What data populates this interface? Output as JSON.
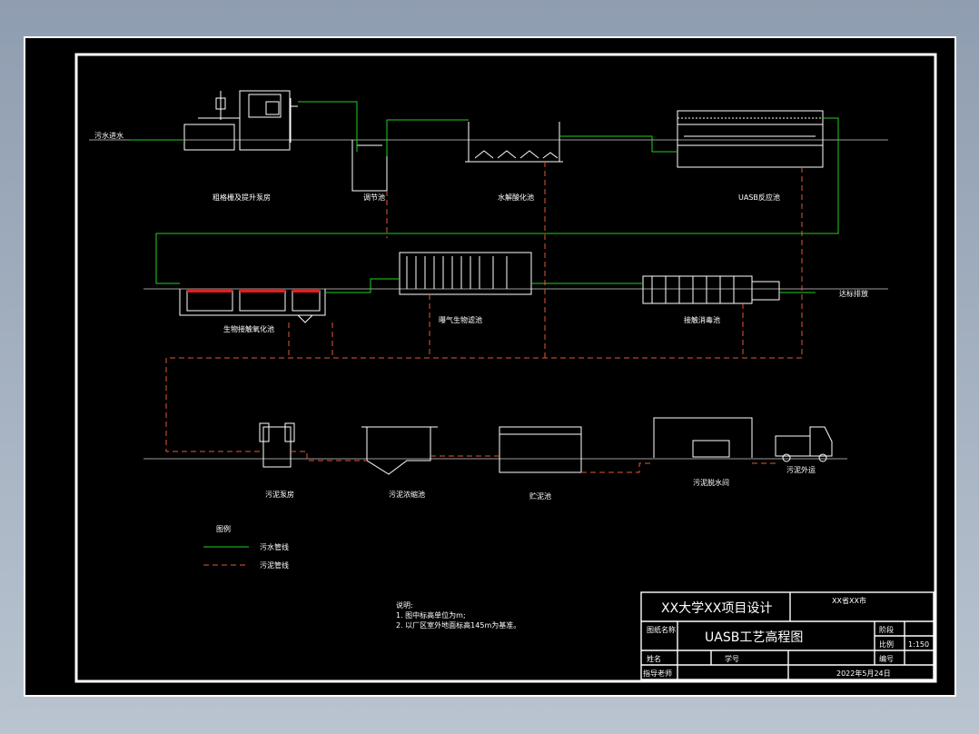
{
  "labels": {
    "sewage_inlet": "污水进水",
    "screen_pump": "粗格栅及提升泵房",
    "equalization": "调节池",
    "hydrolysis": "水解酸化池",
    "uasb": "UASB反应池",
    "bio_contact": "生物接触氧化池",
    "aerobic": "曝气生物滤池",
    "disinfection": "接触消毒池",
    "discharge": "达标排放",
    "sludge_pump": "污泥泵房",
    "sludge_thickener": "污泥浓缩池",
    "storage": "贮泥池",
    "dewatering": "污泥脱水间",
    "sludge_out": "污泥外运"
  },
  "legend": {
    "title": "图例",
    "water_line": "污水管线",
    "sludge_line": "污泥管线"
  },
  "notes": {
    "title": "说明:",
    "line1": "1. 图中标高单位为m;",
    "line2": "2. 以厂区室外地面标高145m为基准。"
  },
  "title_block": {
    "school": "XX大学XX项目设计",
    "author": "XX省XX市",
    "drawing_name_label": "图纸名称",
    "drawing_name": "UASB工艺高程图",
    "stage_label": "阶段",
    "scale_label": "比例",
    "scale": "1:150",
    "name_label": "姓名",
    "student_no_label": "学号",
    "number_label": "编号",
    "advisor_label": "指导老师",
    "date": "2022年5月24日"
  },
  "colors": {
    "water": "#1fd11f",
    "sludge": "#e05a32",
    "sludge_fill": "#e01e1e",
    "drawing": "#ffffff"
  }
}
